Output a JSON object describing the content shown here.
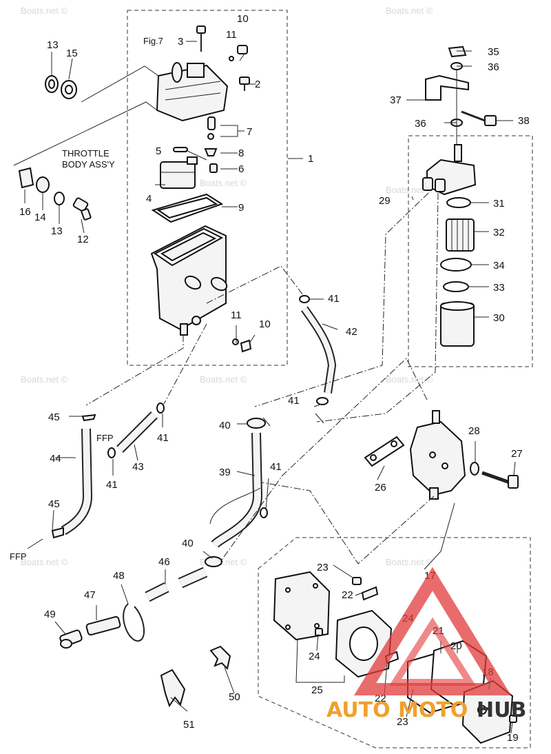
{
  "diagram": {
    "watermark": "Boats.net ©",
    "notes": {
      "fig": "Fig.7",
      "throttle_line1": "THROTTLE",
      "throttle_line2": "BODY ASS'Y",
      "ffp": "FFP"
    },
    "callouts": [
      "1",
      "2",
      "3",
      "4",
      "5",
      "6",
      "7",
      "8",
      "9",
      "10",
      "11",
      "12",
      "13",
      "14",
      "15",
      "16",
      "17",
      "18",
      "19",
      "20",
      "21",
      "22",
      "23",
      "24",
      "25",
      "26",
      "27",
      "28",
      "29",
      "30",
      "31",
      "32",
      "33",
      "34",
      "35",
      "36",
      "37",
      "38",
      "39",
      "40",
      "41",
      "42",
      "43",
      "44",
      "45",
      "46",
      "47",
      "48",
      "49",
      "50",
      "51"
    ],
    "logo": {
      "auto": "AUTO",
      "moto": "MOTO",
      "hub": "HUB",
      "colors": {
        "triangle": "#e23b3b",
        "auto": "#f0a030",
        "hub": "#333333"
      }
    }
  }
}
